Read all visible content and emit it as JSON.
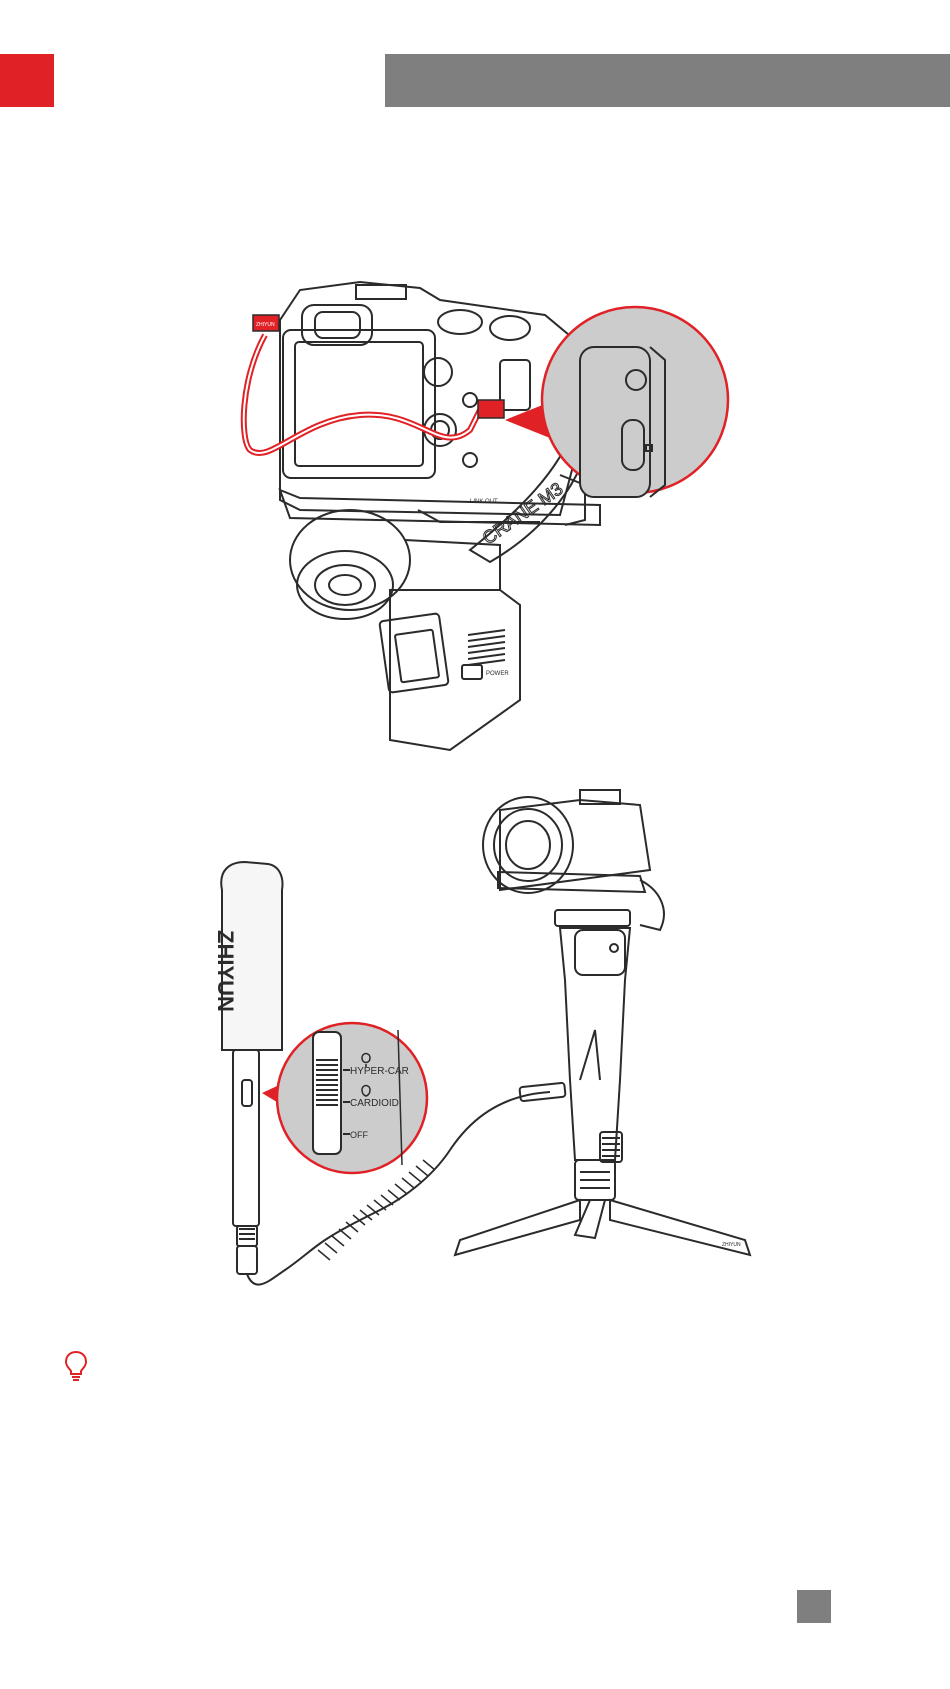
{
  "colors": {
    "accent": "#e02226",
    "header_gray": "#7f7f7f",
    "line": "#2b2b2b",
    "zoom_fill": "#cccccc"
  },
  "figure1": {
    "gimbal_brand": "CRANE M3",
    "camera_port_label": "LINK OUT",
    "power_label": "POWER",
    "cable_plug_label": "ZHIYUN"
  },
  "figure2": {
    "mic_brand": "ZHIYUN",
    "switch_labels": [
      "HYPER-CAR",
      "CARDIOID",
      "OFF"
    ],
    "tripod_label": "ZHIYUN"
  },
  "icons": {
    "tip": "lightbulb-icon"
  }
}
